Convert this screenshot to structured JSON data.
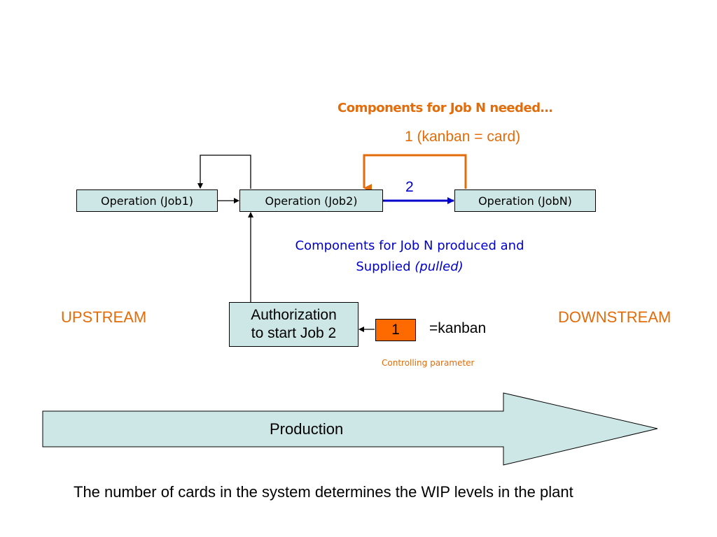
{
  "headline": "Components for Job N needed…",
  "card_flow_label": "1 (kanban = card)",
  "part_flow_label": "2",
  "operations": [
    "Operation (Job1)",
    "Operation (Job2)",
    "Operation (JobN)"
  ],
  "produced_text": {
    "line1": "Components for Job N produced and",
    "line2_plain": "Supplied ",
    "line2_italic": "(pulled)"
  },
  "upstream_label": "UPSTREAM",
  "downstream_label": "DOWNSTREAM",
  "authorization": {
    "line1": "Authorization",
    "line2": "to start Job 2"
  },
  "kanban_card": "1",
  "kanban_label": "=kanban",
  "controlling_parameter": "Controlling parameter",
  "production_label": "Production",
  "footer": "The number of cards in the system determines the WIP levels in the plant",
  "colors": {
    "orange": "#e36c0a",
    "blue": "#0000cc",
    "box_fill": "#cde6e6",
    "kanban_fill": "#ff6a00"
  }
}
